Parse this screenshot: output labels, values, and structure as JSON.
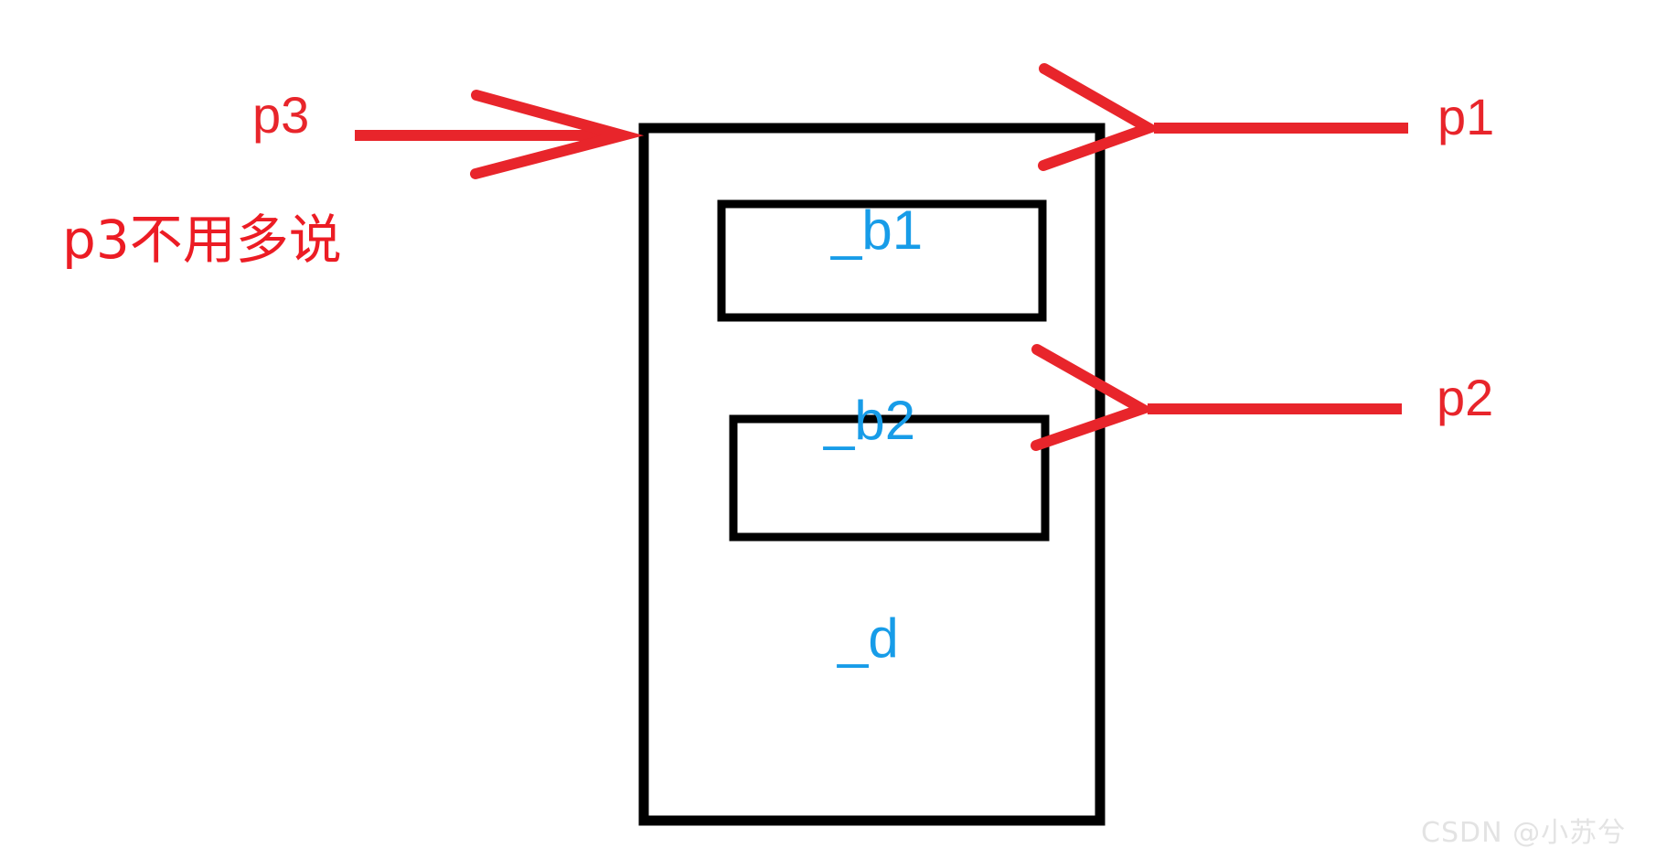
{
  "diagram": {
    "title": "Qt parent-child widget pointer diagram",
    "background_color": "#ffffff",
    "accent_red": "#e8252b",
    "accent_blue": "#179ce8",
    "box_stroke": "#000000"
  },
  "annotations": {
    "p1_label": "p1",
    "p2_label": "p2",
    "p3_label": "p3",
    "p3_note": "p3不用多说"
  },
  "boxes": {
    "outer_label": "_d",
    "inner_first_label": "_b1",
    "inner_second_label": "_b2"
  },
  "watermark": {
    "text": "CSDN @小苏兮"
  }
}
